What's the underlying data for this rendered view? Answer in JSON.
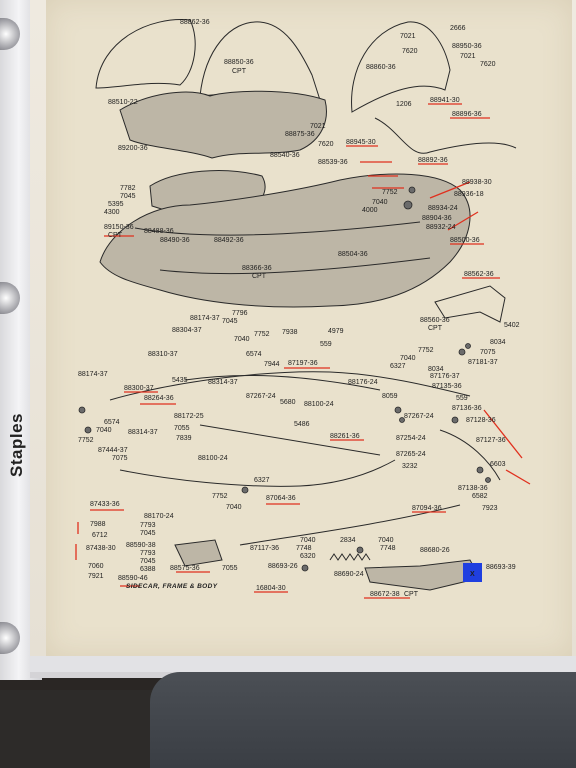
{
  "binder": {
    "brand_label": "Staples"
  },
  "sheet": {
    "caption": "SIDECAR, FRAME & BODY",
    "marker_label": "X",
    "marker_color": "#1f3fe0",
    "underline_color": "#e0301e"
  },
  "parts": [
    {
      "id": "p1",
      "label": "88862-36"
    },
    {
      "id": "p2",
      "label": "2666"
    },
    {
      "id": "p3",
      "label": "7021"
    },
    {
      "id": "p4",
      "label": "88950-36"
    },
    {
      "id": "p5",
      "label": "7620"
    },
    {
      "id": "p6",
      "label": "7021"
    },
    {
      "id": "p7",
      "label": "88860-36"
    },
    {
      "id": "p8",
      "label": "7620"
    },
    {
      "id": "p9",
      "label": "88850-36"
    },
    {
      "id": "p10",
      "label": "CPT"
    },
    {
      "id": "p11",
      "label": "1206"
    },
    {
      "id": "p12",
      "label": "88941-30"
    },
    {
      "id": "p13",
      "label": "88510-22"
    },
    {
      "id": "p14",
      "label": "88896-36"
    },
    {
      "id": "p15",
      "label": "7021"
    },
    {
      "id": "p16",
      "label": "88875-36"
    },
    {
      "id": "p17",
      "label": "7620"
    },
    {
      "id": "p18",
      "label": "88945-30"
    },
    {
      "id": "p19",
      "label": "89200-36"
    },
    {
      "id": "p20",
      "label": "88540-36"
    },
    {
      "id": "p21",
      "label": "88539-36"
    },
    {
      "id": "p22",
      "label": "88892-36"
    },
    {
      "id": "p23",
      "label": "7782"
    },
    {
      "id": "p24",
      "label": "7045"
    },
    {
      "id": "p25",
      "label": "5395"
    },
    {
      "id": "p26",
      "label": "4300"
    },
    {
      "id": "p27",
      "label": "88938-30"
    },
    {
      "id": "p28",
      "label": "88936-18"
    },
    {
      "id": "p29",
      "label": "7752"
    },
    {
      "id": "p30",
      "label": "7040"
    },
    {
      "id": "p31",
      "label": "4000"
    },
    {
      "id": "p32",
      "label": "88934-24"
    },
    {
      "id": "p33",
      "label": "88904-36"
    },
    {
      "id": "p34",
      "label": "88932-24"
    },
    {
      "id": "p35",
      "label": "89150-36"
    },
    {
      "id": "p36",
      "label": "CPT"
    },
    {
      "id": "p37",
      "label": "88488-36"
    },
    {
      "id": "p38",
      "label": "88490-36"
    },
    {
      "id": "p39",
      "label": "88492-36"
    },
    {
      "id": "p40",
      "label": "88500-36"
    },
    {
      "id": "p41",
      "label": "88504-36"
    },
    {
      "id": "p42",
      "label": "88366-36"
    },
    {
      "id": "p43",
      "label": "CPT"
    },
    {
      "id": "p44",
      "label": "88562-36"
    },
    {
      "id": "p45",
      "label": "7796"
    },
    {
      "id": "p46",
      "label": "88174-37"
    },
    {
      "id": "p47",
      "label": "7045"
    },
    {
      "id": "p48",
      "label": "88560-36"
    },
    {
      "id": "p49",
      "label": "CPT"
    },
    {
      "id": "p50",
      "label": "5402"
    },
    {
      "id": "p51",
      "label": "88304-37"
    },
    {
      "id": "p52",
      "label": "7752"
    },
    {
      "id": "p53",
      "label": "7938"
    },
    {
      "id": "p54",
      "label": "4979"
    },
    {
      "id": "p55",
      "label": "7040"
    },
    {
      "id": "p56",
      "label": "559"
    },
    {
      "id": "p57",
      "label": "8034"
    },
    {
      "id": "p58",
      "label": "6574"
    },
    {
      "id": "p59",
      "label": "88310-37"
    },
    {
      "id": "p60",
      "label": "7752"
    },
    {
      "id": "p61",
      "label": "7075"
    },
    {
      "id": "p62",
      "label": "7040"
    },
    {
      "id": "p63",
      "label": "87197-36"
    },
    {
      "id": "p64",
      "label": "7944"
    },
    {
      "id": "p65",
      "label": "6327"
    },
    {
      "id": "p66",
      "label": "87181-37"
    },
    {
      "id": "p67",
      "label": "8034"
    },
    {
      "id": "p68",
      "label": "88174-37"
    },
    {
      "id": "p69",
      "label": "88176-24"
    },
    {
      "id": "p70",
      "label": "87176-37"
    },
    {
      "id": "p71",
      "label": "5435"
    },
    {
      "id": "p72",
      "label": "88300-37"
    },
    {
      "id": "p73",
      "label": "88314-37"
    },
    {
      "id": "p74",
      "label": "87135-36"
    },
    {
      "id": "p75",
      "label": "87267-24"
    },
    {
      "id": "p76",
      "label": "8059"
    },
    {
      "id": "p77",
      "label": "559"
    },
    {
      "id": "p78",
      "label": "88264-36"
    },
    {
      "id": "p79",
      "label": "5680"
    },
    {
      "id": "p80",
      "label": "88100-24"
    },
    {
      "id": "p81",
      "label": "87136-36"
    },
    {
      "id": "p82",
      "label": "88172-25"
    },
    {
      "id": "p83",
      "label": "87267-24"
    },
    {
      "id": "p84",
      "label": "6574"
    },
    {
      "id": "p85",
      "label": "7040"
    },
    {
      "id": "p86",
      "label": "88314-37"
    },
    {
      "id": "p87",
      "label": "7055"
    },
    {
      "id": "p88",
      "label": "87128-36"
    },
    {
      "id": "p89",
      "label": "5486"
    },
    {
      "id": "p90",
      "label": "7839"
    },
    {
      "id": "p91",
      "label": "88261-36"
    },
    {
      "id": "p92",
      "label": "87254-24"
    },
    {
      "id": "p93",
      "label": "7752"
    },
    {
      "id": "p94",
      "label": "87127-36"
    },
    {
      "id": "p95",
      "label": "87444-37"
    },
    {
      "id": "p96",
      "label": "7075"
    },
    {
      "id": "p97",
      "label": "88100-24"
    },
    {
      "id": "p98",
      "label": "87265-24"
    },
    {
      "id": "p99",
      "label": "6327"
    },
    {
      "id": "p100",
      "label": "3232"
    },
    {
      "id": "p101",
      "label": "6603"
    },
    {
      "id": "p102",
      "label": "87433-36"
    },
    {
      "id": "p103",
      "label": "7752"
    },
    {
      "id": "p104",
      "label": "87064-36"
    },
    {
      "id": "p105",
      "label": "87138-36"
    },
    {
      "id": "p106",
      "label": "6582"
    },
    {
      "id": "p107",
      "label": "7040"
    },
    {
      "id": "p108",
      "label": "7923"
    },
    {
      "id": "p109",
      "label": "7988"
    },
    {
      "id": "p110",
      "label": "88170-24"
    },
    {
      "id": "p111",
      "label": "87094-36"
    },
    {
      "id": "p112",
      "label": "6712"
    },
    {
      "id": "p113",
      "label": "7793"
    },
    {
      "id": "p114",
      "label": "7045"
    },
    {
      "id": "p115",
      "label": "87438-30"
    },
    {
      "id": "p116",
      "label": "88590-38"
    },
    {
      "id": "p117",
      "label": "7793"
    },
    {
      "id": "p118",
      "label": "7045"
    },
    {
      "id": "p119",
      "label": "6388"
    },
    {
      "id": "p120",
      "label": "7040"
    },
    {
      "id": "p121",
      "label": "2834"
    },
    {
      "id": "p122",
      "label": "7040"
    },
    {
      "id": "p123",
      "label": "7748"
    },
    {
      "id": "p124",
      "label": "7748"
    },
    {
      "id": "p125",
      "label": "87117-36"
    },
    {
      "id": "p126",
      "label": "6320"
    },
    {
      "id": "p127",
      "label": "88680-26"
    },
    {
      "id": "p128",
      "label": "7060"
    },
    {
      "id": "p129",
      "label": "7921"
    },
    {
      "id": "p130",
      "label": "88590-46"
    },
    {
      "id": "p131",
      "label": "88575-36"
    },
    {
      "id": "p132",
      "label": "7055"
    },
    {
      "id": "p133",
      "label": "88693-26"
    },
    {
      "id": "p134",
      "label": "88690-24"
    },
    {
      "id": "p135",
      "label": "88693-39"
    },
    {
      "id": "p136",
      "label": "16804-30"
    },
    {
      "id": "p137",
      "label": "88672-38"
    },
    {
      "id": "p138",
      "label": "CPT"
    }
  ]
}
